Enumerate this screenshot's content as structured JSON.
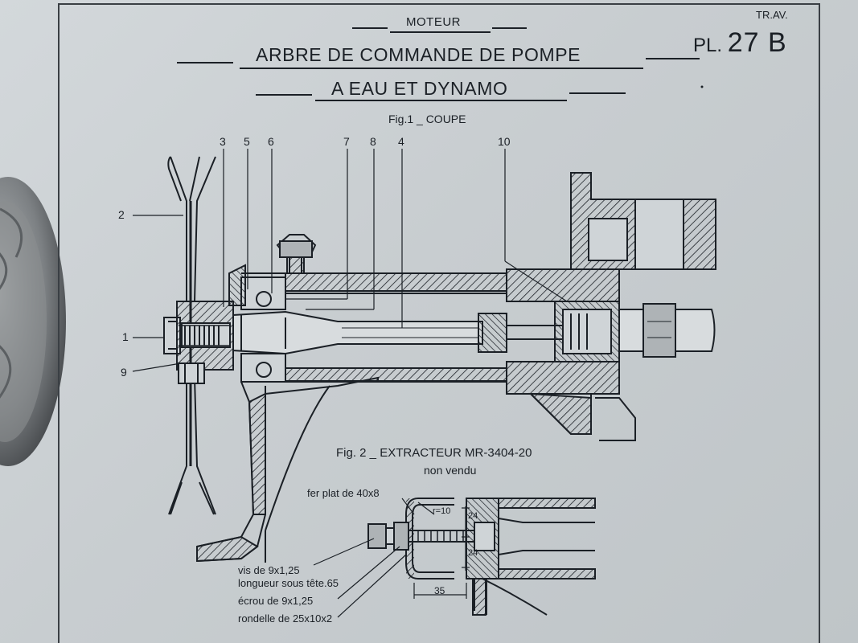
{
  "header": {
    "section": "MOTEUR",
    "corner_top": "TR.AV.",
    "plate_prefix": "PL.",
    "plate_number": "27 B",
    "title_line1": "ARBRE DE COMMANDE DE POMPE",
    "title_line2": "A EAU ET DYNAMO"
  },
  "figure1": {
    "caption": "Fig.1 _ COUPE",
    "callouts": [
      "1",
      "2",
      "3",
      "4",
      "5",
      "6",
      "7",
      "8",
      "9",
      "10"
    ]
  },
  "figure2": {
    "caption": "Fig. 2 _ EXTRACTEUR MR-3404-20",
    "subcaption": "non vendu",
    "labels": {
      "fer_plat": "fer plat de 40x8",
      "vis_line1": "vis de 9x1,25",
      "vis_line2": "longueur sous tête.65",
      "ecrou": "écrou de 9x1,25",
      "rondelle": "rondelle de 25x10x2"
    },
    "dimensions": {
      "radius": "r=10",
      "upper": "24",
      "lower": "24",
      "width": "35"
    }
  },
  "colors": {
    "ink": "#1b2026",
    "paper": "#cfd4d7",
    "metal": "#8d9294"
  }
}
